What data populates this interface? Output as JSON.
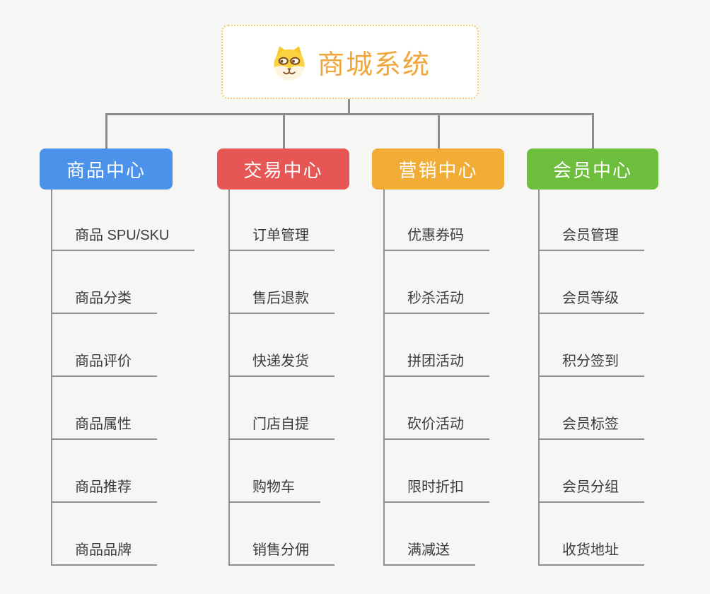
{
  "page": {
    "background_color": "#f6f6f5",
    "line_color": "#8c8c8c"
  },
  "root": {
    "label": "商城系统",
    "icon": "shiba-dog-icon",
    "text_color": "#f0a63e",
    "border_color": "#f4c977"
  },
  "branches": [
    {
      "label": "商品中心",
      "color": "#4b92eb",
      "children": [
        "商品 SPU/SKU",
        "商品分类",
        "商品评价",
        "商品属性",
        "商品推荐",
        "商品品牌"
      ]
    },
    {
      "label": "交易中心",
      "color": "#e65654",
      "children": [
        "订单管理",
        "售后退款",
        "快递发货",
        "门店自提",
        "购物车",
        "销售分佣"
      ]
    },
    {
      "label": "营销中心",
      "color": "#f0ac34",
      "children": [
        "优惠券码",
        "秒杀活动",
        "拼团活动",
        "砍价活动",
        "限时折扣",
        "满减送"
      ]
    },
    {
      "label": "会员中心",
      "color": "#6dbe3c",
      "children": [
        "会员管理",
        "会员等级",
        "积分签到",
        "会员标签",
        "会员分组",
        "收货地址"
      ]
    }
  ]
}
